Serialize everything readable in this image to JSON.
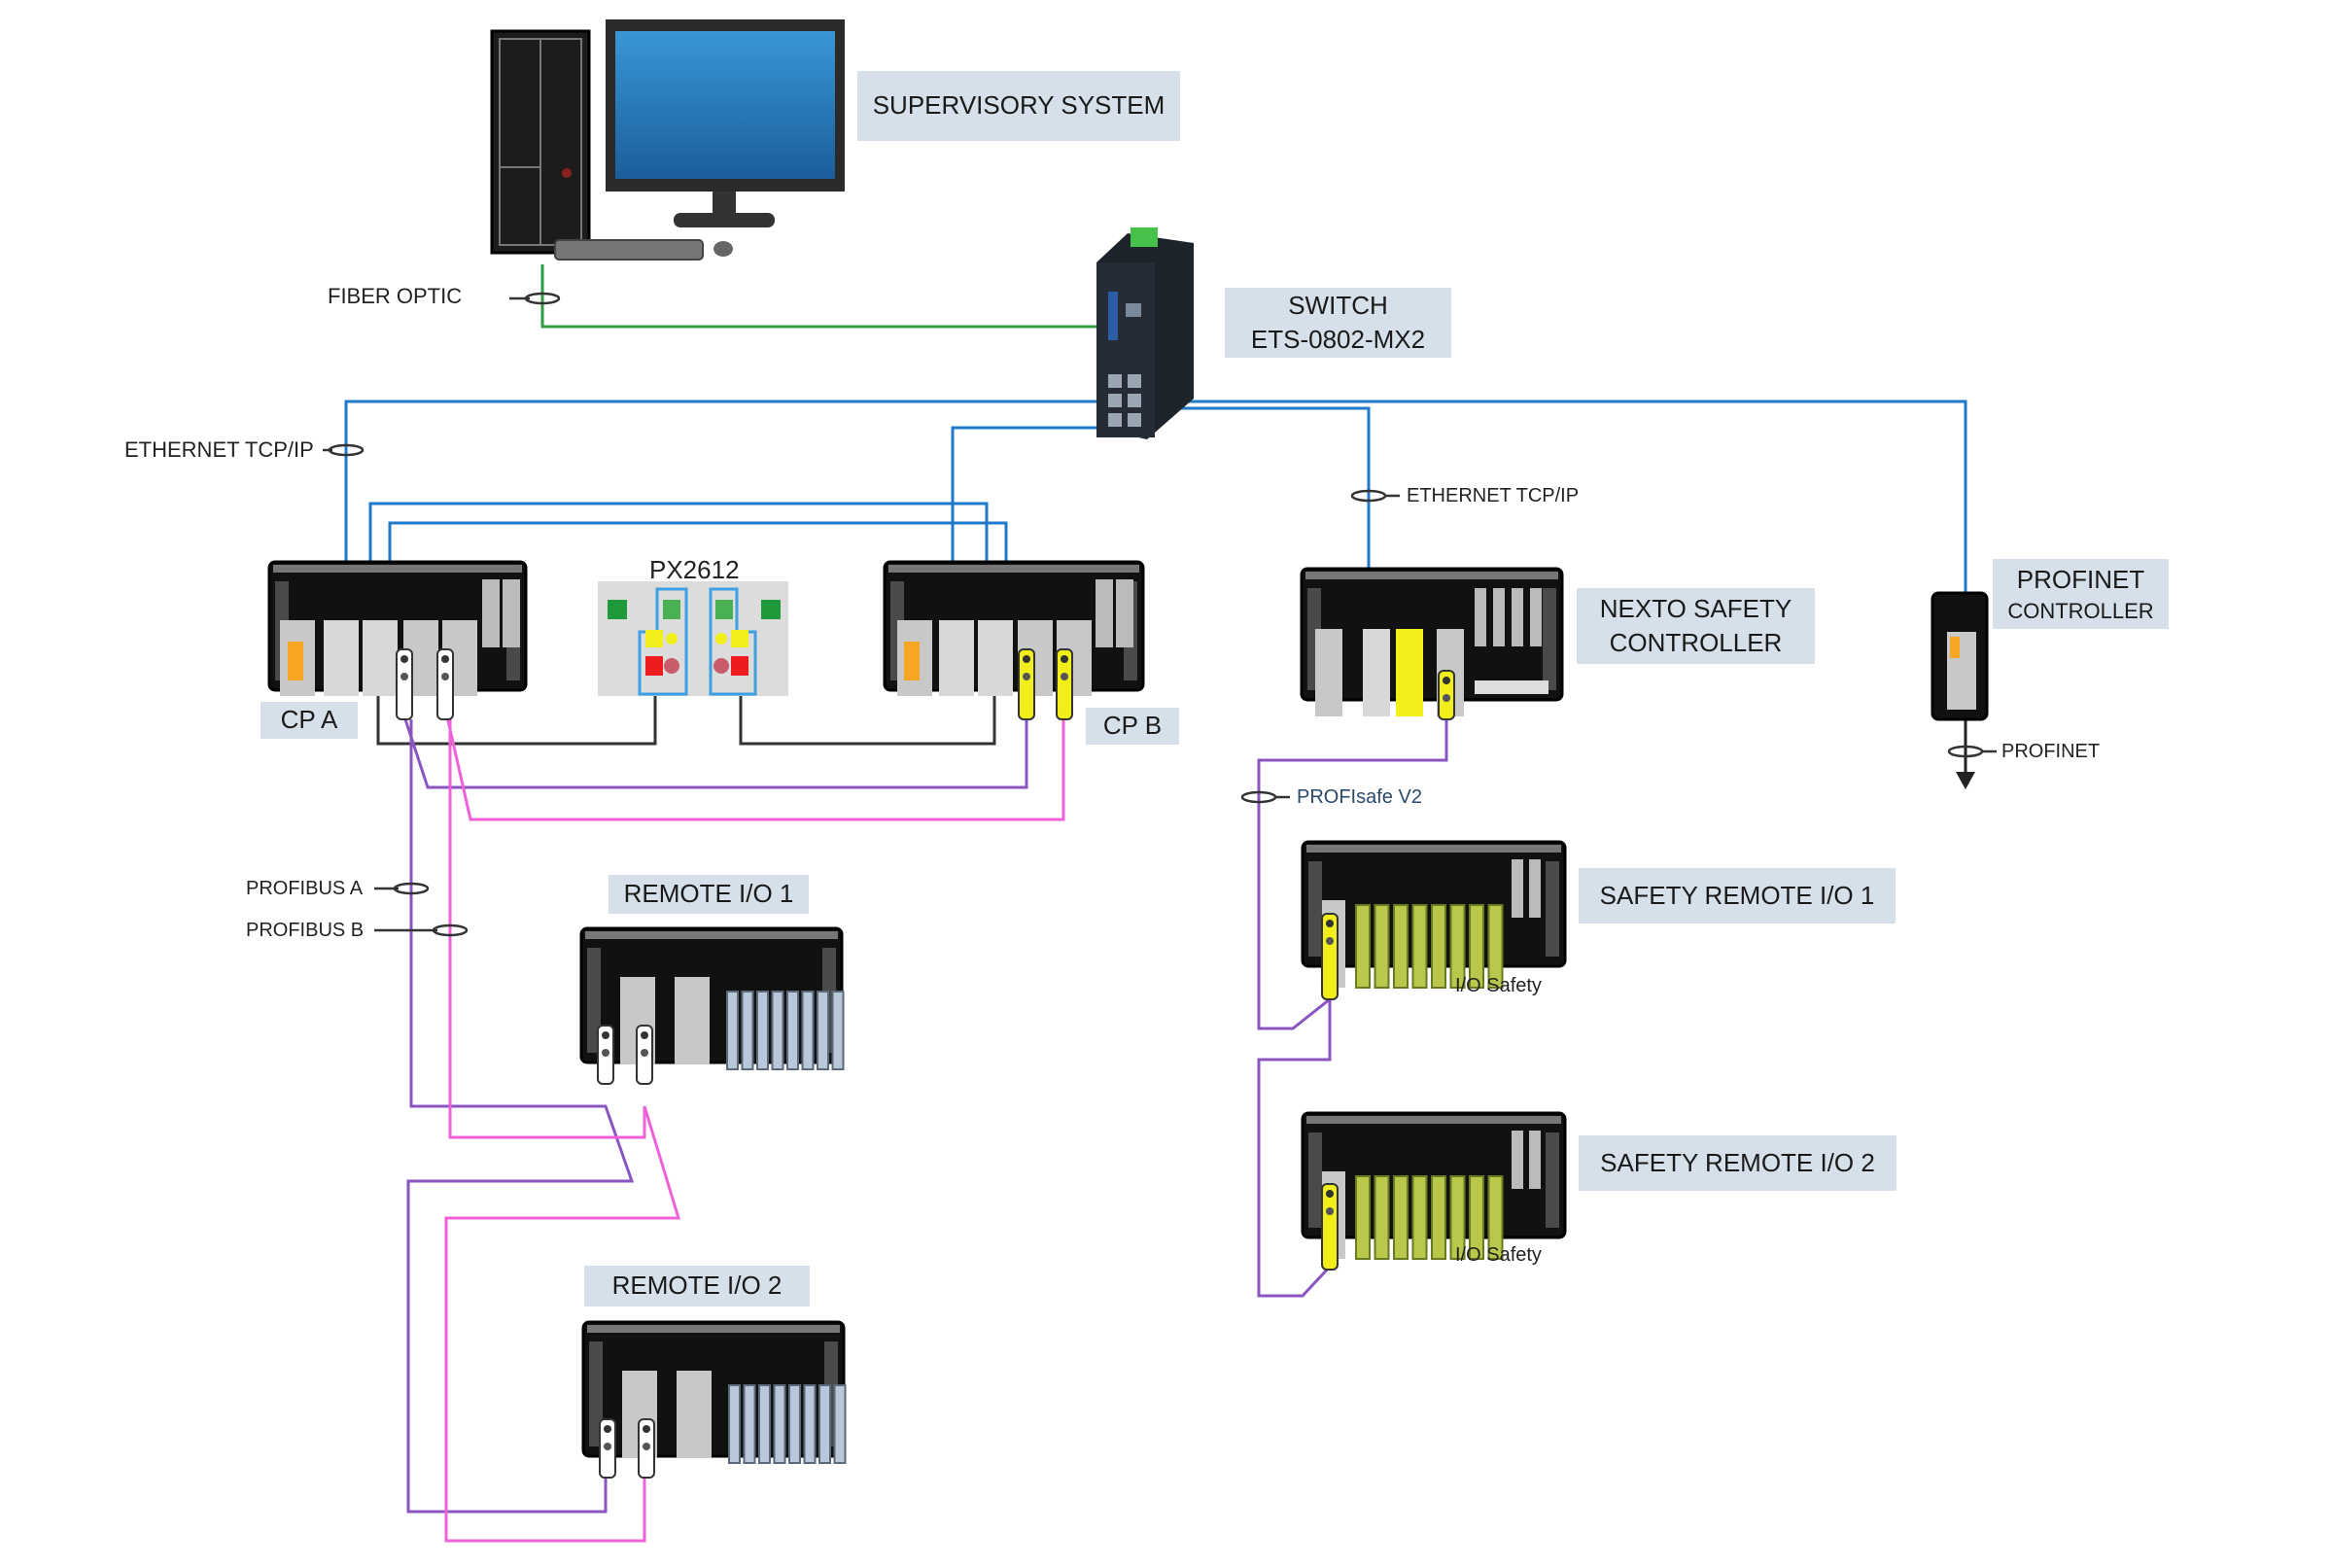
{
  "diagram": {
    "labels": {
      "supervisory": "SUPERVISORY SYSTEM",
      "switch_line1": "SWITCH",
      "switch_line2": "ETS-0802-MX2",
      "cp_a": "CP A",
      "cp_b": "CP B",
      "px": "PX2612",
      "nexto_line1": "NEXTO SAFETY",
      "nexto_line2": "CONTROLLER",
      "profinet_ctrl_line1": "PROFINET",
      "profinet_ctrl_line2": "CONTROLLER",
      "remote1": "REMOTE I/O 1",
      "remote2": "REMOTE I/O 2",
      "safety1": "SAFETY REMOTE I/O 1",
      "safety2": "SAFETY REMOTE I/O 2",
      "io_safety_1": "I/O Safety",
      "io_safety_2": "I/O Safety"
    },
    "cable_labels": {
      "fiber": "FIBER OPTIC",
      "ethernet_left": "ETHERNET TCP/IP",
      "ethernet_right": "ETHERNET TCP/IP",
      "profinet": "PROFINET",
      "profisafe": "PROFIsafe V2",
      "profibus_a": "PROFIBUS A",
      "profibus_b": "PROFIBUS B"
    },
    "colors": {
      "fiber": "#2e9e46",
      "ethernet": "#1f78c8",
      "profibus_a": "#8a55c0",
      "profibus_b": "#f060d8",
      "sync": "#333333",
      "label_bg": "#d6e0ea",
      "safety_yellow": "#f2ee1a"
    }
  }
}
